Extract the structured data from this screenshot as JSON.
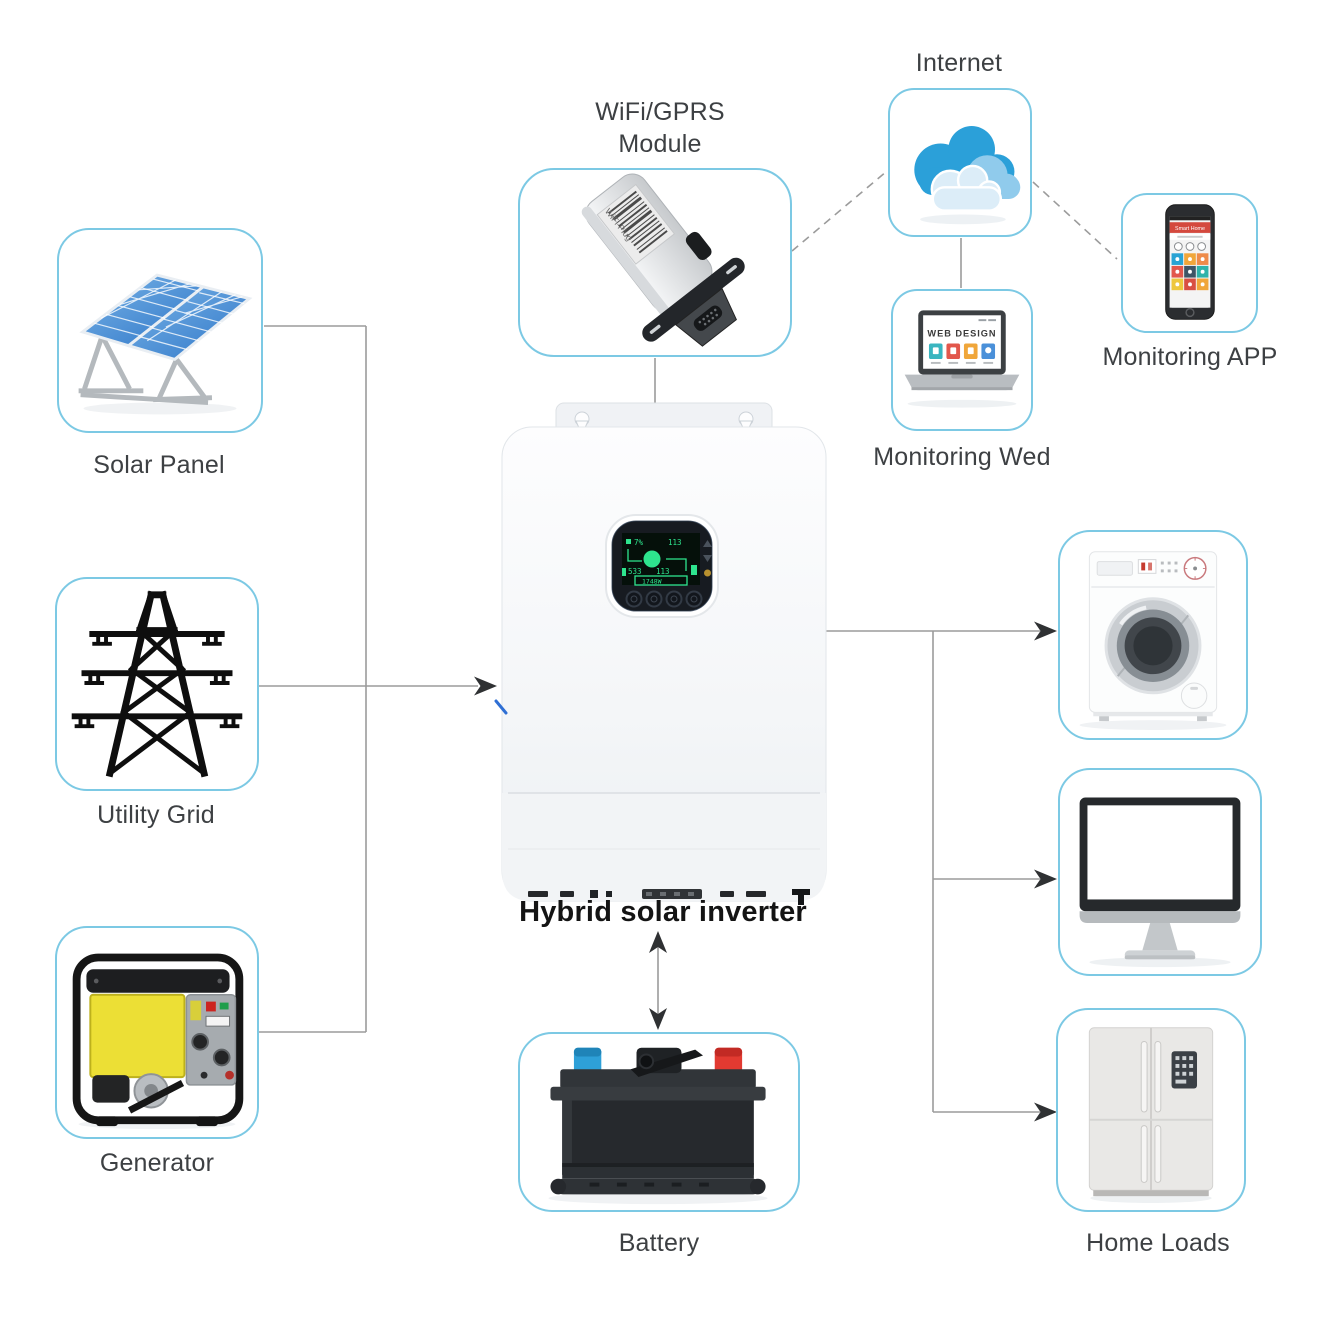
{
  "nodes": {
    "solar_panel": {
      "label": "Solar Panel"
    },
    "utility_grid": {
      "label": "Utility Grid"
    },
    "generator": {
      "label": "Generator"
    },
    "wifi_module": {
      "label_line1": "WiFi/GPRS",
      "label_line2": "Module",
      "sticker_text": "WiFi-Plug"
    },
    "internet": {
      "label": "Internet"
    },
    "monitoring_web": {
      "label": "Monitoring Wed",
      "screen_title": "WEB DESIGN"
    },
    "monitoring_app": {
      "label": "Monitoring APP",
      "app_header": "Smart Home"
    },
    "inverter": {
      "label": "Hybrid solar inverter",
      "display": {
        "pv_percent": "7%",
        "top_right": "113",
        "bottom_left": "533",
        "bottom_mid": "113",
        "power": "1748W"
      }
    },
    "battery": {
      "label": "Battery"
    },
    "home_loads": {
      "label": "Home Loads"
    }
  },
  "colors": {
    "box_border": "#7cc9e4",
    "connector_line": "#9b9b9b",
    "arrow": "#2f3133",
    "label_text": "#3d4043",
    "cloud_blue_dark": "#2ba0d9",
    "cloud_blue_mid": "#90cbec",
    "cloud_blue_light": "#dcedf8",
    "inverter_screen_green": "#2ee58e",
    "generator_yellow": "#ecdf35",
    "battery_terminal_blue": "#2ea0d8",
    "battery_terminal_red": "#e23a31"
  }
}
